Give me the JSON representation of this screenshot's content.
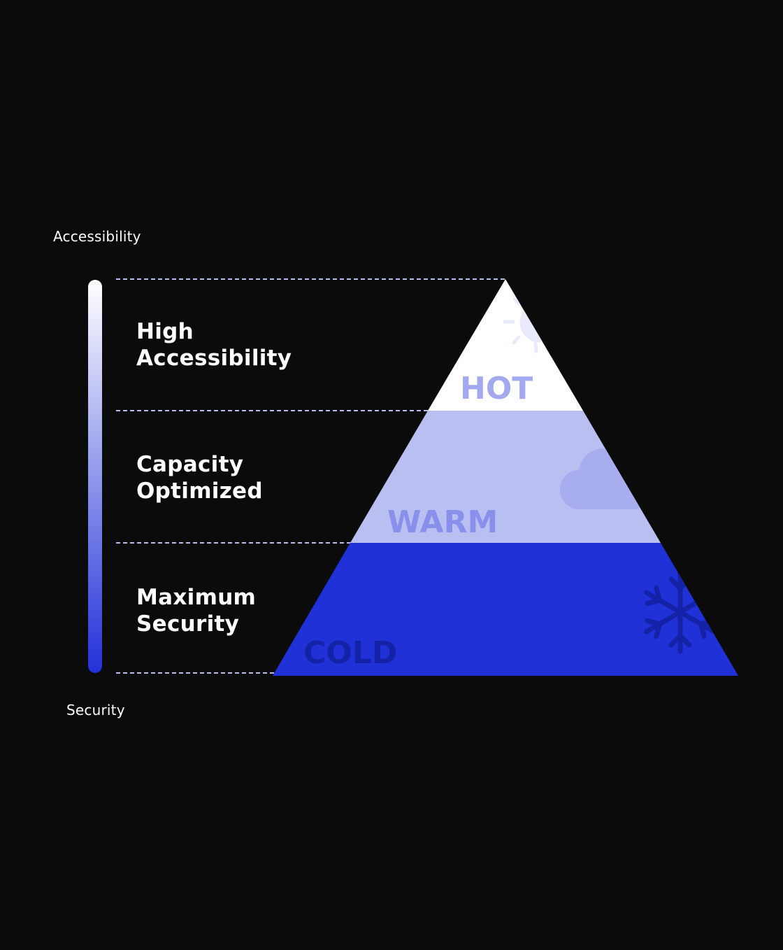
{
  "axis": {
    "top_label": "Accessibility",
    "bottom_label": "Security"
  },
  "tiers": [
    {
      "line1": "High",
      "line2": "Accessibility"
    },
    {
      "line1": "Capacity",
      "line2": "Optimized"
    },
    {
      "line1": "Maximum",
      "line2": "Security"
    }
  ],
  "pyramid": {
    "hot_label": "HOT",
    "warm_label": "WARM",
    "cold_label": "COLD"
  },
  "icons": {
    "hot": "sun-icon",
    "warm": "cloud-icon",
    "cold": "snowflake-icon"
  },
  "colors": {
    "background": "#0b0b0b",
    "hot_fill": "#ffffff",
    "warm_fill": "#babff2",
    "cold_fill": "#2131d8",
    "hot_text": "#a3a9ef",
    "warm_text": "#8890eb",
    "cold_text": "#1322a6",
    "bar_top": "#ffffff",
    "bar_bottom": "#2131d8",
    "dash": "#b9bcf0"
  }
}
